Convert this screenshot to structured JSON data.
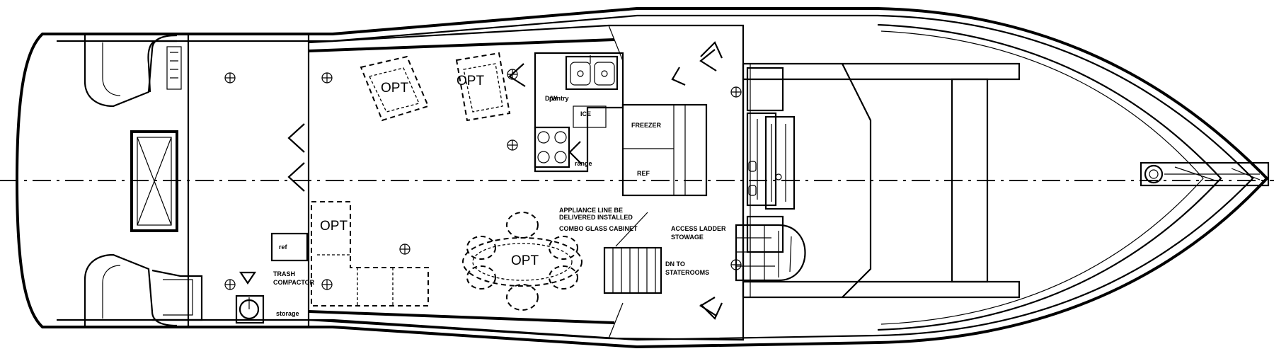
{
  "diagram": {
    "labels": {
      "opt": "OPT",
      "freezer": "FREEZER",
      "ref": "REF",
      "pantry": "pantry",
      "storage": "storage",
      "ref_small": "ref",
      "ice": "ICE",
      "dw": "D/W",
      "range": "range",
      "appliances_note": "APPLIANCE LINE BE",
      "appliances_note2": "DELIVERED INSTALLED",
      "cabinets_note": "COMBO GLASS CABINET",
      "access_ladder": "ACCESS LADDER",
      "access_ladder2": "STOWAGE",
      "down_to": "DN TO",
      "staterooms": "STATEROOMS",
      "trash": "TRASH",
      "compactor": "COMPACTOR"
    }
  }
}
